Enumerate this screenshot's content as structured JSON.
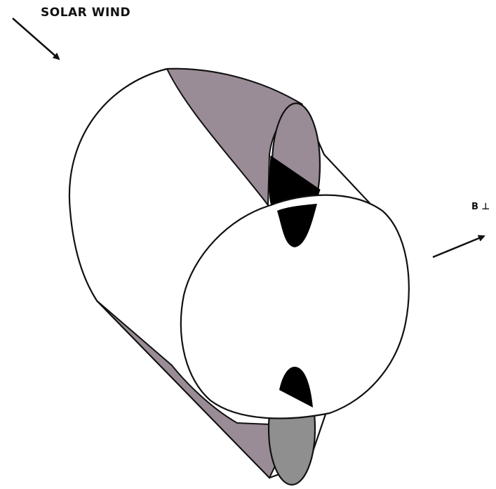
{
  "labels": {
    "solar_wind": "SOLAR WIND",
    "b_perp": "B ⊥"
  },
  "colors": {
    "outline": "#111111",
    "upper_shade": "#9a8c96",
    "lower_band": "#9a8c96",
    "lower_cap": "#8f8f8f",
    "black_region": "#000000",
    "background": "#ffffff"
  },
  "icons": {
    "solar_wind_arrow": "arrow-down-right",
    "b_perp_arrow": "arrow-up-right"
  }
}
